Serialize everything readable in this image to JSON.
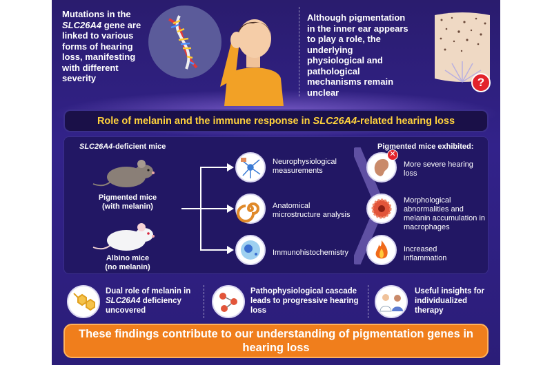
{
  "header": {
    "left_pre": "Mutations in the",
    "left_gene": "SLC26A4",
    "left_post": "gene are linked to various forms of hearing loss, manifesting with different severity",
    "right_text": "Although pigmentation in the inner ear appears to play a role, the underlying physiological and pathological mechanisms remain unclear",
    "question_mark": "?"
  },
  "banner": {
    "pre": "Role of melanin and the immune response in ",
    "gene": "SLC26A4",
    "post": "-related hearing loss"
  },
  "mice": {
    "group_gene": "SLC26A4",
    "group_label": "-deficient mice",
    "pigmented_name": "Pigmented mice",
    "pigmented_note": "(with melanin)",
    "albino_name": "Albino mice",
    "albino_note": "(no melanin)"
  },
  "methods": [
    {
      "label": "Neurophysiological measurements",
      "icon": "neuron-icon"
    },
    {
      "label": "Anatomical microstructure analysis",
      "icon": "cochlea-icon"
    },
    {
      "label": "Immunohistochemistry",
      "icon": "cell-icon"
    }
  ],
  "findings": {
    "title": "Pigmented mice exhibited:",
    "items": [
      {
        "label": "More severe hearing loss",
        "icon": "ear-x-icon"
      },
      {
        "label": "Morphological abnormalities and melanin accumulation in macrophages",
        "icon": "macrophage-icon"
      },
      {
        "label": "Increased inflammation",
        "icon": "flame-icon"
      }
    ]
  },
  "takeaways": [
    {
      "pre": "Dual role of melanin in ",
      "gene": "SLC26A4",
      "post": " deficiency uncovered",
      "icon": "molecule-icon"
    },
    {
      "text": "Pathophysiological cascade leads to progressive hearing loss",
      "icon": "cascade-icon"
    },
    {
      "text": "Useful insights for individualized therapy",
      "icon": "doctor-patient-icon"
    }
  ],
  "conclusion": "These findings contribute to our understanding of pigmentation genes in hearing loss",
  "colors": {
    "background": "#2b1d78",
    "banner_text": "#ffd23c",
    "conclusion": "#f07e1c"
  }
}
